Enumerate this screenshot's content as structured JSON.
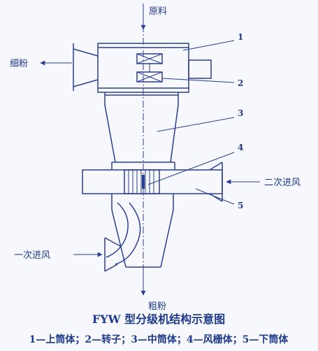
{
  "labels": {
    "raw_material": "原料",
    "fine_powder": "细粉",
    "secondary_air": "二次进风",
    "primary_air": "一次进风",
    "coarse_powder": "粗粉"
  },
  "callouts": [
    "1",
    "2",
    "3",
    "4",
    "5"
  ],
  "title": "FYW 型分级机结构示意图",
  "legend": "1—上筒体；2—转子；3—中筒体；4—风栅体；5—下筒体",
  "colors": {
    "ink": "#2a3f8f",
    "background": "#f6f8fd"
  }
}
